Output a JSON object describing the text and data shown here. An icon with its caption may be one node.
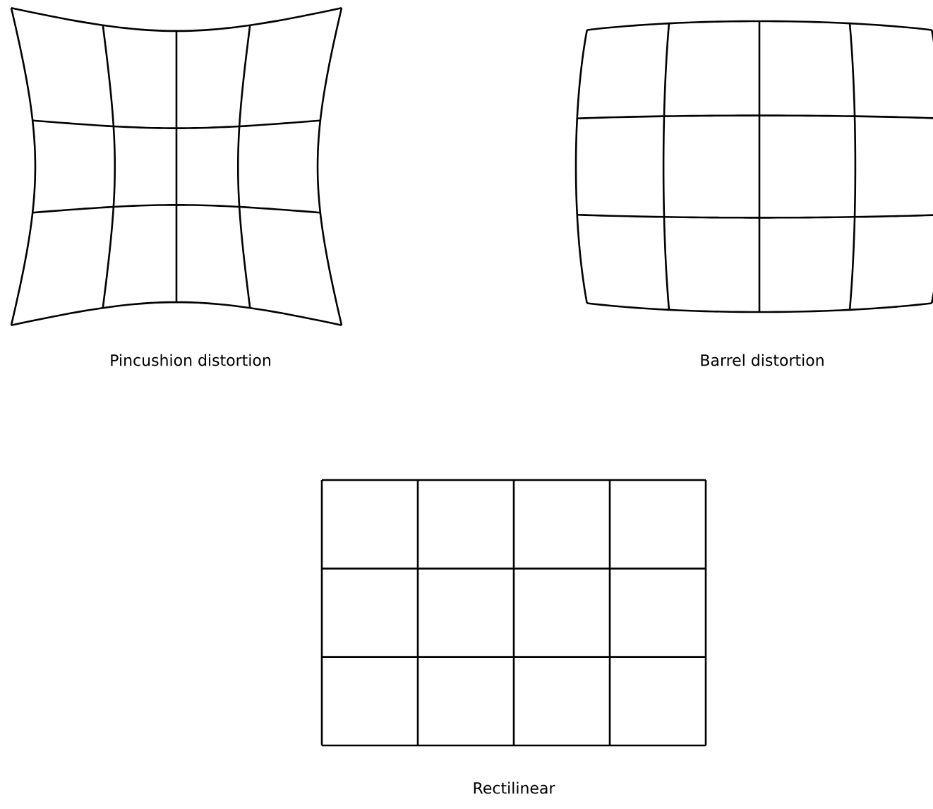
{
  "diagram": {
    "labels": [
      "Pincushion distortion",
      "Barrel distortion",
      "Rectilinear"
    ]
  }
}
